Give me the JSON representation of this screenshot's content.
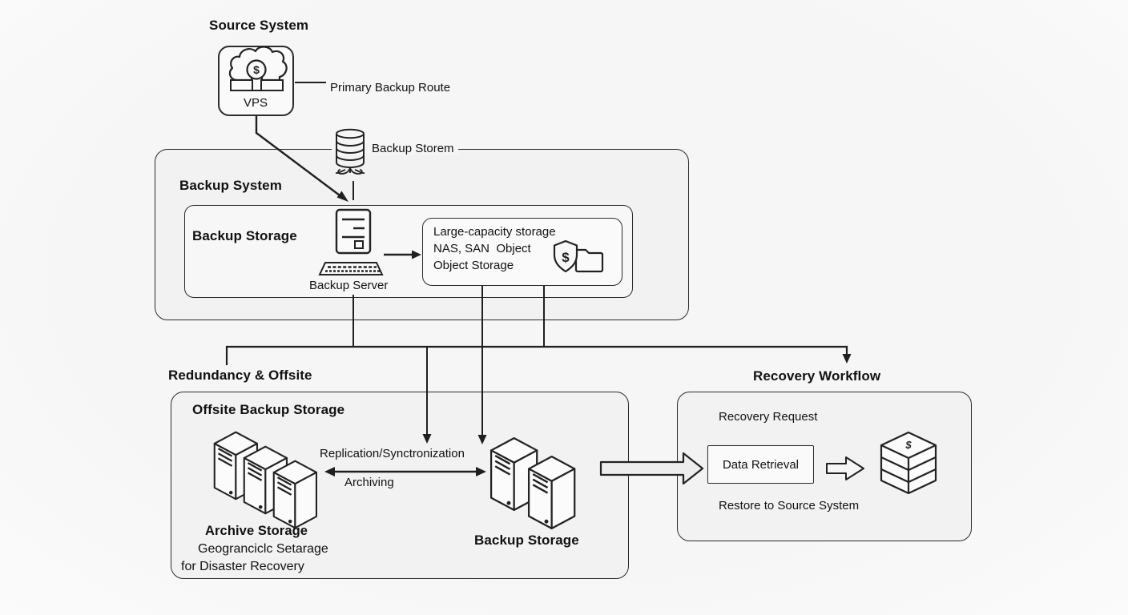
{
  "source_system": {
    "title": "Source System",
    "vps_label": "VPS",
    "primary_route_label": "Primary Backup Route"
  },
  "backup_system": {
    "title": "Backup System",
    "backup_storem_label": "Backup Storem",
    "backup_storage_title": "Backup Storage",
    "backup_server_label": "Backup Server",
    "capacity_line1": "Large-capacity storage",
    "capacity_line2": "NAS, SAN  Object",
    "capacity_line3": "Object Storage"
  },
  "redundancy": {
    "section_title": "Redundancy & Offsite",
    "box_title": "Offsite Backup Storage",
    "archive_storage_label": "Archive Storage",
    "archive_note_line1": "Geogranciclc Setarage",
    "archive_note_line2": "for Disaster Recovery",
    "replication_label": "Replication/Synctronization",
    "archiving_label": "Archiving",
    "backup_storage_label": "Backup Storage"
  },
  "recovery": {
    "section_title": "Recovery Workflow",
    "request_label": "Recovery Request",
    "data_retrieval_label": "Data Retrieval",
    "restore_label": "Restore to Source System"
  },
  "glyphs": {
    "dollar": "$"
  },
  "colors": {
    "background": "#f6f6f6",
    "panel_fill": "#f2f2f2",
    "line": "#1f1f1f",
    "text": "#111111"
  }
}
